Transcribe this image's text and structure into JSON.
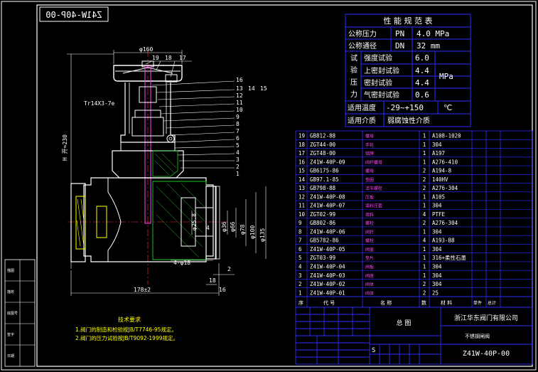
{
  "drawing_code_mirrored": "Z41W-40P-00",
  "spec": {
    "title": "性 能 规 范 表",
    "rows": [
      {
        "label": "公称压力",
        "symbol": "PN",
        "value": "4.0 MPa"
      },
      {
        "label": "公称通径",
        "symbol": "DN",
        "value": "32 mm"
      }
    ],
    "test_group_label": [
      "试",
      "验",
      "压",
      "力"
    ],
    "tests": [
      {
        "label": "强度试验",
        "value": "6.0"
      },
      {
        "label": "上密封试验",
        "value": "4.4"
      },
      {
        "label": "密封试验",
        "value": "4.4"
      },
      {
        "label": "气密封试验",
        "value": "0.6"
      }
    ],
    "test_unit": "MPa",
    "temp_label": "适用温度",
    "temp_value": "-29~+150",
    "temp_unit": "℃",
    "medium_label": "适用介质",
    "medium_value": "弱腐蚀性介质"
  },
  "bom": [
    {
      "no": "19",
      "code": "GB812-88",
      "name": "螺母",
      "qty": "1",
      "material": "A108-1020"
    },
    {
      "no": "18",
      "code": "ZGT44-00",
      "name": "手轮",
      "qty": "1",
      "material": "304"
    },
    {
      "no": "17",
      "code": "ZGT48-00",
      "name": "铭牌",
      "qty": "1",
      "material": "A197"
    },
    {
      "no": "16",
      "code": "Z41W-40P-09",
      "name": "阀杆螺母",
      "qty": "1",
      "material": "A276-410"
    },
    {
      "no": "15",
      "code": "GB6175-86",
      "name": "螺母",
      "qty": "2",
      "material": "A194-8"
    },
    {
      "no": "14",
      "code": "GB97.1-85",
      "name": "垫圈",
      "qty": "2",
      "material": "140HV"
    },
    {
      "no": "13",
      "code": "GB798-88",
      "name": "活节螺栓",
      "qty": "2",
      "material": "A276-304"
    },
    {
      "no": "12",
      "code": "Z41W-40P-08",
      "name": "压板",
      "qty": "1",
      "material": "A105"
    },
    {
      "no": "11",
      "code": "Z41W-40P-07",
      "name": "填料压套",
      "qty": "1",
      "material": "304"
    },
    {
      "no": "10",
      "code": "ZGT02-99",
      "name": "填料",
      "qty": "4",
      "material": "PTFE"
    },
    {
      "no": "9",
      "code": "GB802-86",
      "name": "螺栓",
      "qty": "2",
      "material": "A276-304"
    },
    {
      "no": "8",
      "code": "Z41W-40P-06",
      "name": "阀杆",
      "qty": "1",
      "material": "304"
    },
    {
      "no": "7",
      "code": "GB5782-86",
      "name": "螺栓",
      "qty": "4",
      "material": "A193-B8"
    },
    {
      "no": "6",
      "code": "Z41W-40P-05",
      "name": "阀盖",
      "qty": "1",
      "material": "304"
    },
    {
      "no": "5",
      "code": "ZGT03-99",
      "name": "垫片",
      "qty": "1",
      "material": "316+柔性石墨"
    },
    {
      "no": "4",
      "code": "Z41W-40P-04",
      "name": "闸板",
      "qty": "1",
      "material": "304"
    },
    {
      "no": "3",
      "code": "Z41W-40P-03",
      "name": "阀座",
      "qty": "1",
      "material": "304"
    },
    {
      "no": "2",
      "code": "Z41W-40P-02",
      "name": "阀体",
      "qty": "2",
      "material": "304"
    },
    {
      "no": "1",
      "code": "Z41W-40P-01",
      "name": "阀体",
      "qty": "2",
      "material": "25"
    }
  ],
  "bom_header": {
    "no": "序",
    "code": "代  号",
    "name": "名  称",
    "qty": "数",
    "material": "材  料",
    "unit_w": "单件",
    "total_w": "总计"
  },
  "title_block": {
    "company": "浙江华东阀门有限公司",
    "product_name": "不锈钢闸阀",
    "drawing_code": "Z41W-40P-00",
    "seal_label": "总  图",
    "stage_letter": "S"
  },
  "tech_notes": {
    "title": "技术要求",
    "items": [
      "1.阀门的制造和检验按JB/T7746-95规定。",
      "2.阀门的压力试验按JB/T9092-1999规定。"
    ]
  },
  "dimensions": {
    "handwheel_dia": "φ160",
    "thread": "Tr14X3-7e",
    "height": "H 开≈230",
    "length": "178±2",
    "d36": "φ36",
    "d66": "φ66",
    "d78": "φ78",
    "d100": "φ100",
    "d135": "φ135",
    "d25_8": "φ25.8",
    "holes": "4-φ18",
    "d4": "4",
    "d2": "2",
    "d18": "18",
    "d16": "16"
  },
  "leaders_right": [
    "16",
    "13",
    "14",
    "15",
    "12",
    "11",
    "10",
    "9",
    "8",
    "7",
    "6",
    "5",
    "4",
    "3",
    "2",
    "1"
  ],
  "leaders_top": [
    "19",
    "18",
    "17"
  ],
  "left_stamp_labels": [
    "描图",
    "描校",
    "底图号",
    "签字",
    "日期"
  ],
  "colors": {
    "border": "#ffffff",
    "table": "#2c2cff",
    "text": "#ffffff",
    "accent_green": "#22c822",
    "magenta": "#ff40ff",
    "yellow": "#ffff00",
    "cyan": "#00ffff",
    "red": "#ff3030"
  }
}
